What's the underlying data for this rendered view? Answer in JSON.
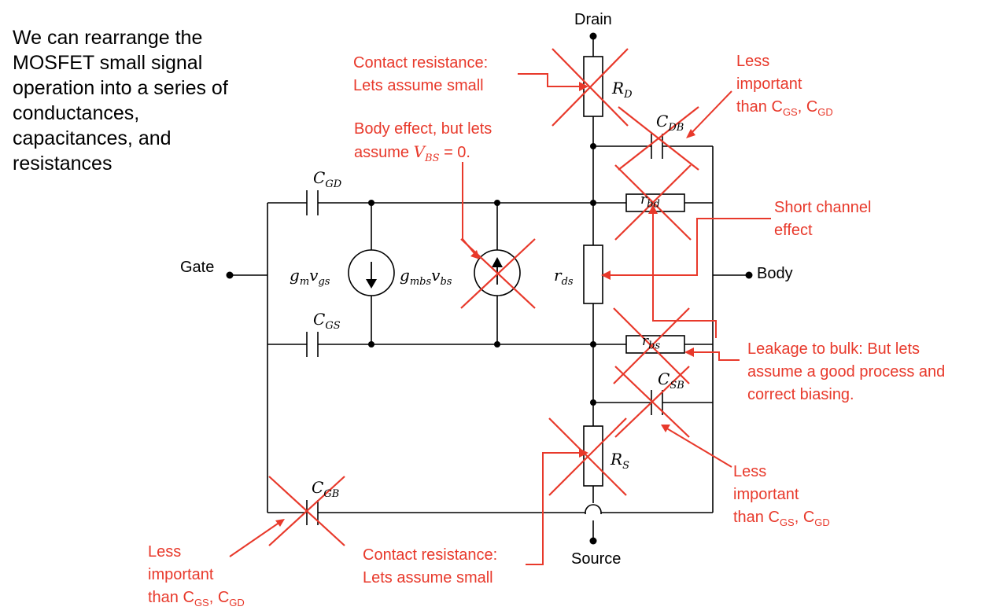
{
  "intro": {
    "lines": [
      "We can rearrange the",
      "MOSFET small signal",
      "operation into a series of",
      "conductances,",
      "capacitances, and",
      "resistances"
    ]
  },
  "terminals": {
    "drain": "Drain",
    "source": "Source",
    "gate": "Gate",
    "body": "Body"
  },
  "components": {
    "cgd": {
      "main": "C",
      "sub": "GD"
    },
    "cgs": {
      "main": "C",
      "sub": "GS"
    },
    "cgb": {
      "main": "C",
      "sub": "GB"
    },
    "cdb": {
      "main": "C",
      "sub": "DB"
    },
    "csb": {
      "main": "C",
      "sub": "SB"
    },
    "rd": {
      "main": "R",
      "sub": "D"
    },
    "rs": {
      "main": "R",
      "sub": "S"
    },
    "rds": {
      "main": "r",
      "sub": "ds"
    },
    "rbd": {
      "main": "r",
      "sub": "bd"
    },
    "rbs": {
      "main": "r",
      "sub": "bs"
    },
    "gm": {
      "g": "g",
      "gsub": "m",
      "v": "v",
      "vsub": "gs"
    },
    "gmbs": {
      "g": "g",
      "gsub": "mbs",
      "v": "v",
      "vsub": "bs"
    }
  },
  "annotations": {
    "contact_top": {
      "line1": "Contact resistance:",
      "line2": "Lets assume small"
    },
    "body_effect": {
      "line1": "Body effect, but lets",
      "line2_pre": "assume ",
      "v": "V",
      "vsub": "BS",
      "line2_post": " = 0."
    },
    "less_top": {
      "line1": "Less",
      "line2": "important",
      "line3_pre": "than C",
      "sub1": "GS",
      "mid": ", C",
      "sub2": "GD"
    },
    "short_channel": {
      "line1": "Short channel",
      "line2": "effect"
    },
    "leakage": {
      "line1": "Leakage to bulk: But lets",
      "line2": "assume a good process and",
      "line3": "correct biasing."
    },
    "less_right": {
      "line1": "Less",
      "line2": "important",
      "line3_pre": "than C",
      "sub1": "GS",
      "mid": ", C",
      "sub2": "GD"
    },
    "contact_bottom": {
      "line1": "Contact resistance:",
      "line2": "Lets assume small"
    },
    "less_bottom": {
      "line1": "Less",
      "line2": "important",
      "line3_pre": "than C",
      "sub1": "GS",
      "mid": ", C",
      "sub2": "GD"
    }
  },
  "colors": {
    "annotation": "#e8392b",
    "wire": "#000000"
  }
}
